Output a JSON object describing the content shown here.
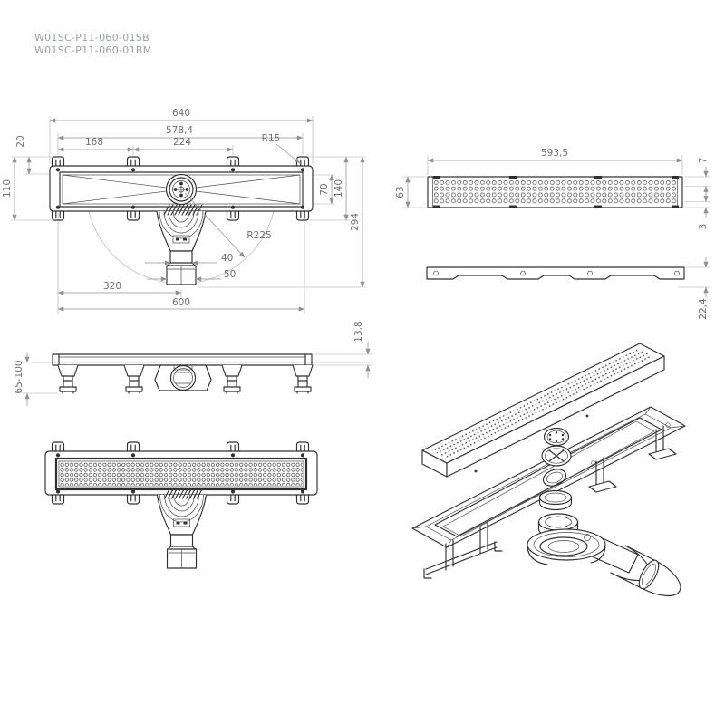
{
  "product_codes": {
    "line1": "W01SC-P11-060-01SB",
    "line2": "W01SC-P11-060-01BM"
  },
  "dimensions": {
    "top_view": {
      "overall_width": "640",
      "flange_width": "578,4",
      "clip_span_left": "168",
      "clip_span_mid": "224",
      "corner_radius": "R15",
      "edge_offset": "20",
      "body_height": "110",
      "channel_height": "70",
      "flange_height": "140",
      "total_height": "294",
      "drain_radius": "R225",
      "neck_width": "40",
      "outlet_width": "50",
      "outlet_offset": "320",
      "channel_length": "600"
    },
    "grate_view": {
      "grate_length": "593,5",
      "grate_width": "63",
      "edge_height": "7",
      "thickness": "3",
      "profile_height": "22,4"
    },
    "side_view": {
      "leg_height_range": "65-100",
      "flange_edge_height": "13,8"
    }
  },
  "colors": {
    "line": "#303030",
    "dimension": "#8f9294",
    "text": "#6e7072",
    "code_text": "#9aa0a3",
    "background": "#ffffff"
  }
}
